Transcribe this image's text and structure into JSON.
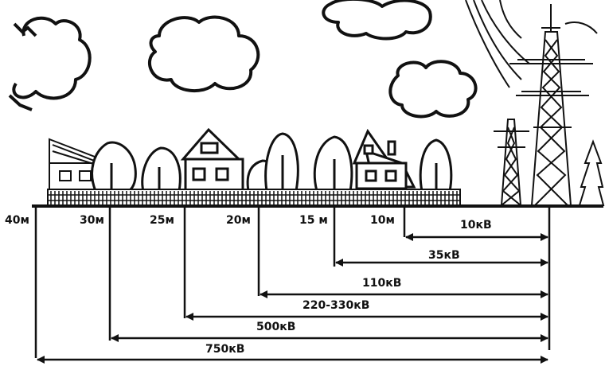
{
  "distances": [
    "40м",
    "30м",
    "25м",
    "20м",
    "15 м",
    "10м"
  ],
  "voltages": [
    "10кВ",
    "35кВ",
    "110кВ",
    "220-330кВ",
    "500кВ",
    "750кВ"
  ],
  "colors": {
    "ink": "#111111",
    "background": "#ffffff"
  },
  "icons": [
    "cloud",
    "house",
    "tree",
    "fence",
    "power-tower"
  ]
}
